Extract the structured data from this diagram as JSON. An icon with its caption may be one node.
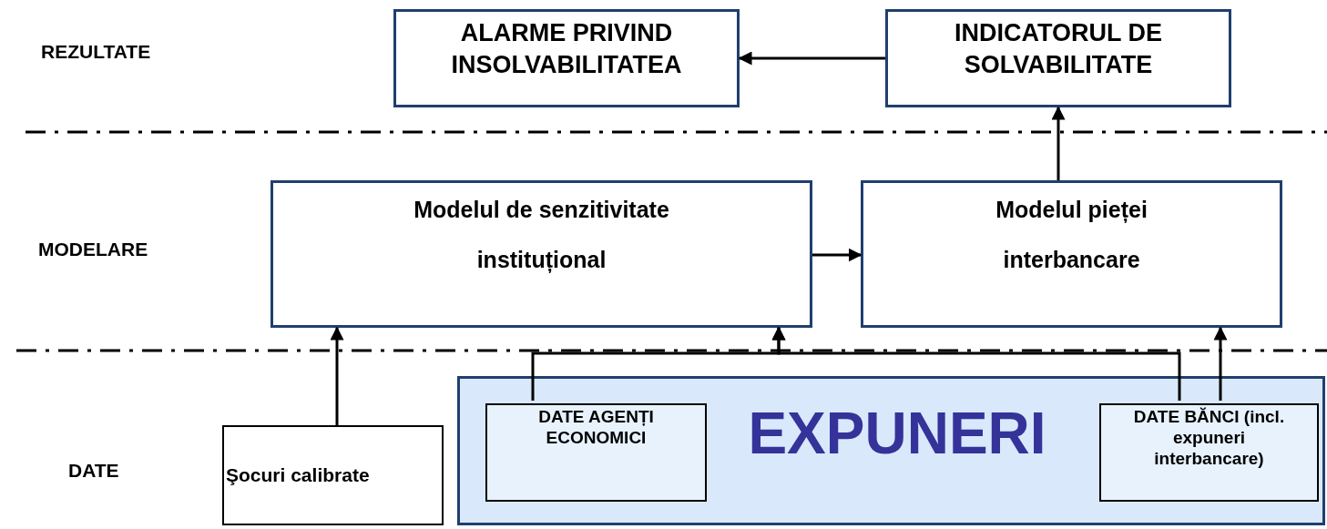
{
  "diagram": {
    "nodes": [
      {
        "text": [
          "ALARME PRIVIND INSOLVABILITATEA"
        ]
      },
      {
        "text": [
          "INDICATORUL DE SOLVABILITATE"
        ]
      },
      {
        "text": [
          "Modelul de senzitivitate instituțional"
        ]
      },
      {
        "text": [
          "Modelul pieței interbancare"
        ]
      },
      {
        "text": [
          "Şocuri calibrate"
        ]
      },
      {
        "text": [
          "EXPUNERI"
        ]
      },
      {
        "text": [
          "DATE AGENȚI ECONOMICI"
        ],
        "in": 5
      },
      {
        "text": [
          "DATE BĂNCI (incl. expuneri interbancare)"
        ],
        "in": 5
      }
    ],
    "edges": [
      {
        "from": 1,
        "to": 0,
        "arrow": "to"
      },
      {
        "from": 3,
        "to": 1,
        "arrow": "to"
      },
      {
        "from": 2,
        "to": 3,
        "arrow": "to"
      },
      {
        "from": 4,
        "to": 2,
        "arrow": "to"
      },
      {
        "from": 6,
        "to": 2,
        "arrow": "to"
      },
      {
        "from": 7,
        "to": 2,
        "arrow": "to"
      },
      {
        "from": 7,
        "to": 3,
        "arrow": "to"
      }
    ],
    "labels": [
      "REZULTATE",
      "MODELARE",
      "DATE"
    ]
  }
}
